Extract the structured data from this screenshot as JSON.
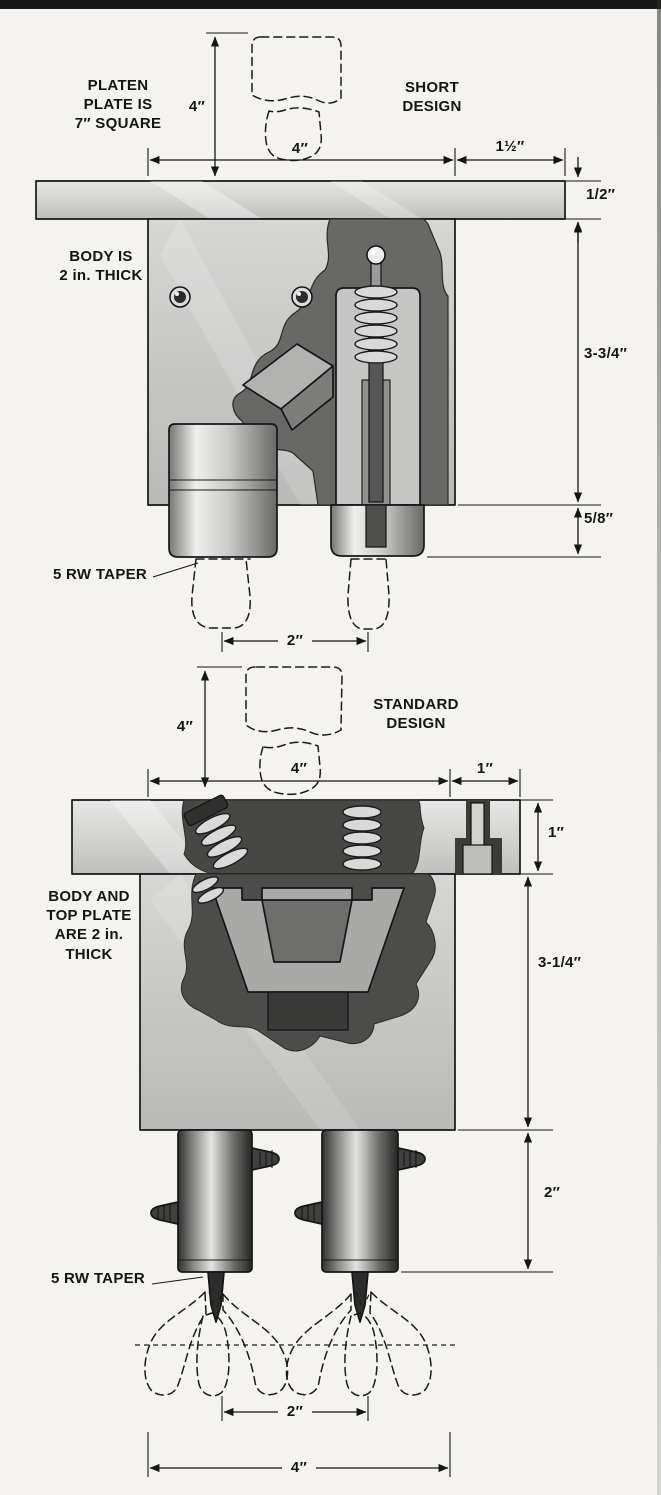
{
  "page": {
    "paper_color": "#f4f3ef",
    "ink_color": "#141414"
  },
  "short_design": {
    "platen_note": "PLATEN\nPLATE IS\n7″ SQUARE",
    "design_label": "SHORT\nDESIGN",
    "body_note": "BODY IS\n2 in. THICK",
    "taper_label": "5 RW TAPER",
    "dims": {
      "shank_height": "4″",
      "body_width": "4″",
      "plate_overhang": "1½″",
      "plate_thickness": "1/2″",
      "body_height": "3-3/4″",
      "boss_height": "5/8″",
      "taper_spacing": "2″"
    }
  },
  "standard_design": {
    "design_label": "STANDARD\nDESIGN",
    "body_note": "BODY AND\nTOP PLATE\nARE 2 in.\nTHICK",
    "taper_label": "5 RW TAPER",
    "dims": {
      "shank_height": "4″",
      "body_width": "4″",
      "plate_overhang": "1″",
      "plate_thickness": "1″",
      "body_height": "3-1/4″",
      "sleeve_height": "2″",
      "taper_spacing": "2″",
      "overall_width": "4″"
    }
  }
}
